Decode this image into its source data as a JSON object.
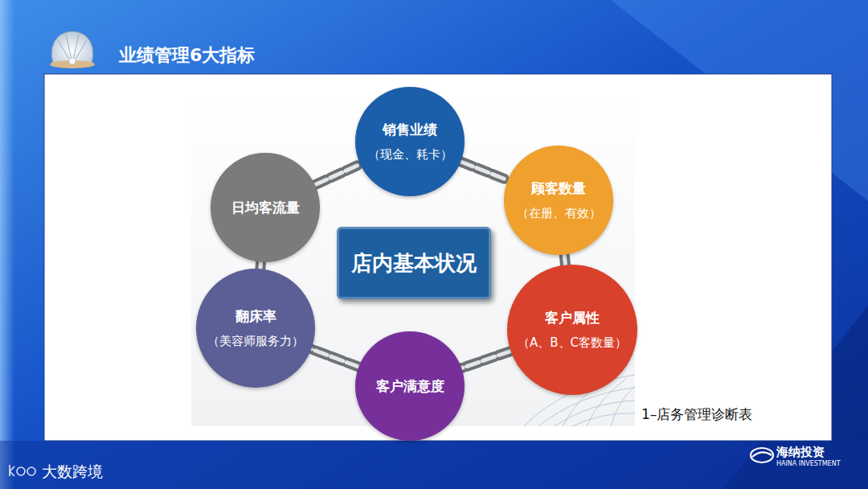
{
  "diagram": {
    "title": "业绩管理6大指标",
    "nodes": [
      {
        "text": [
          "销售业绩",
          "（现金、耗卡）"
        ]
      },
      {
        "text": [
          "顾客数量",
          "（在册、有效）"
        ]
      },
      {
        "text": [
          "客户属性",
          "（A、B、C客数量）"
        ]
      },
      {
        "text": [
          "客户满意度"
        ]
      },
      {
        "text": [
          "翻床率",
          "（美容师服务力）"
        ]
      },
      {
        "text": [
          "日均客流量"
        ]
      },
      {
        "text": [
          "店内基本状况"
        ]
      }
    ],
    "edges": [
      {
        "from": 0,
        "to": 1,
        "arrow": "none"
      },
      {
        "from": 1,
        "to": 2,
        "arrow": "none"
      },
      {
        "from": 2,
        "to": 3,
        "arrow": "none"
      },
      {
        "from": 3,
        "to": 4,
        "arrow": "none"
      },
      {
        "from": 4,
        "to": 5,
        "arrow": "none"
      },
      {
        "from": 5,
        "to": 0,
        "arrow": "none"
      }
    ],
    "labels": [
      "1–店务管理诊断表",
      "大数跨境",
      "海纳投资",
      "HAINA INVESTMENT"
    ]
  }
}
